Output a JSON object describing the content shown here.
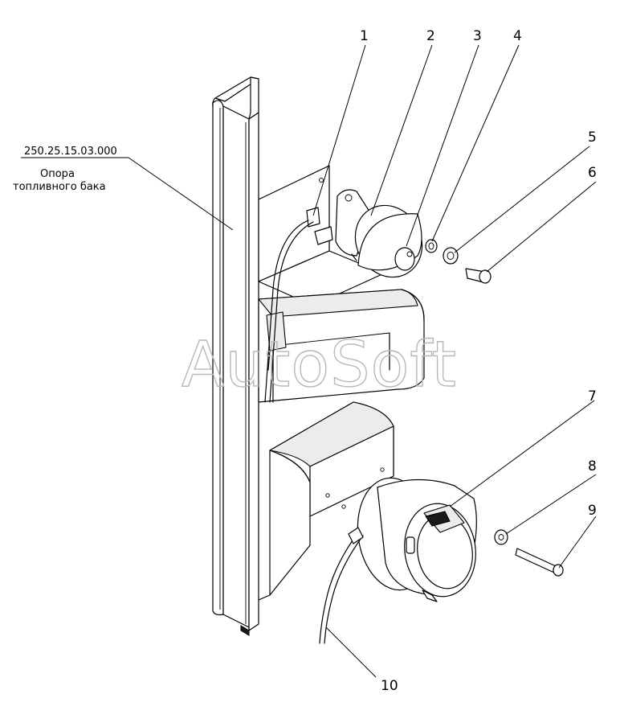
{
  "diagram": {
    "part_code": "250.25.15.03.000",
    "part_caption_line1": "Опора",
    "part_caption_line2": "топливного бака",
    "watermark": "AutoSoft",
    "callouts": [
      {
        "id": "1",
        "label": "1"
      },
      {
        "id": "2",
        "label": "2"
      },
      {
        "id": "3",
        "label": "3"
      },
      {
        "id": "4",
        "label": "4"
      },
      {
        "id": "5",
        "label": "5"
      },
      {
        "id": "6",
        "label": "6"
      },
      {
        "id": "7",
        "label": "7"
      },
      {
        "id": "8",
        "label": "8"
      },
      {
        "id": "9",
        "label": "9"
      },
      {
        "id": "10",
        "label": "10"
      }
    ]
  },
  "colors": {
    "line": "#000000",
    "background": "#ffffff",
    "watermark": "#b8b8b8"
  }
}
